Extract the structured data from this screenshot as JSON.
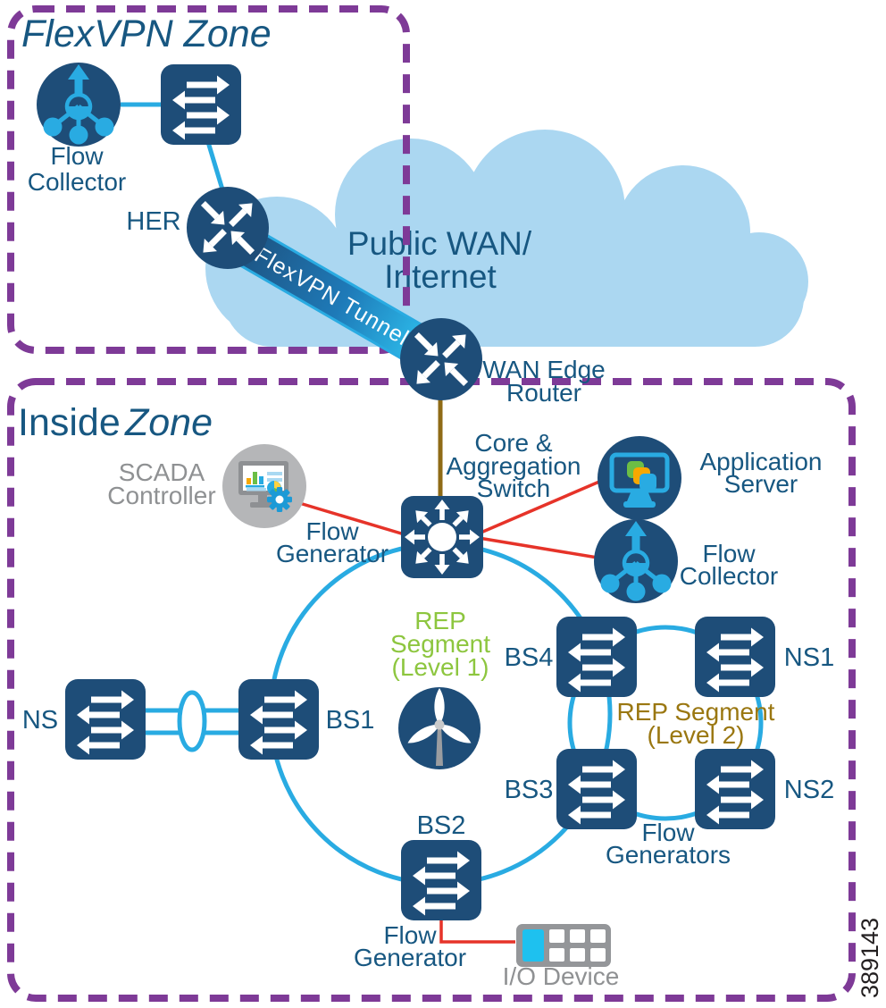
{
  "diagram": {
    "figure_number": "389143",
    "zones": {
      "flexvpn": {
        "title": "FlexVPN Zone"
      },
      "inside": {
        "title_main": "Inside",
        "title_italic": "Zone"
      }
    },
    "cloud": {
      "line1": "Public WAN/",
      "line2": "Internet"
    },
    "tunnel": {
      "label": "FlexVPN Tunnel"
    },
    "nodes": {
      "flow_collector_top": {
        "line1": "Flow",
        "line2": "Collector"
      },
      "her": {
        "label": "HER"
      },
      "wan_edge_router": {
        "line1": "WAN Edge",
        "line2": "Router"
      },
      "core_agg_switch": {
        "line1": "Core &",
        "line2": "Aggregation",
        "line3": "Switch"
      },
      "scada_controller": {
        "line1": "SCADA",
        "line2": "Controller"
      },
      "flow_generator_top": {
        "line1": "Flow",
        "line2": "Generator"
      },
      "application_server": {
        "line1": "Application",
        "line2": "Server"
      },
      "flow_collector_inside": {
        "line1": "Flow",
        "line2": "Collector"
      },
      "ns": {
        "label": "NS"
      },
      "bs1": {
        "label": "BS1"
      },
      "bs2": {
        "label": "BS2"
      },
      "bs3": {
        "label": "BS3"
      },
      "bs4": {
        "label": "BS4"
      },
      "ns1": {
        "label": "NS1"
      },
      "ns2": {
        "label": "NS2"
      },
      "rep_segment_level1": {
        "line1": "REP",
        "line2": "Segment",
        "line3": "(Level 1)"
      },
      "rep_segment_level2": {
        "line1": "REP Segment",
        "line2": "(Level 2)"
      },
      "flow_generators_right": {
        "line1": "Flow",
        "line2": "Generators"
      },
      "flow_generator_bottom": {
        "line1": "Flow",
        "line2": "Generator"
      },
      "io_device": {
        "label": "I/O Device"
      }
    },
    "colors": {
      "navy_icon": "#1e4d78",
      "cyan_link": "#29abe2",
      "cloud_blue": "#abd7f1",
      "zone_purple": "#7e3a97",
      "red_line": "#e63329",
      "brown_line": "#8f6b16",
      "rep1_green": "#8dc63f",
      "rep2_olive": "#9a7711",
      "text_blue": "#175781",
      "gray_text": "#8f9193"
    }
  }
}
